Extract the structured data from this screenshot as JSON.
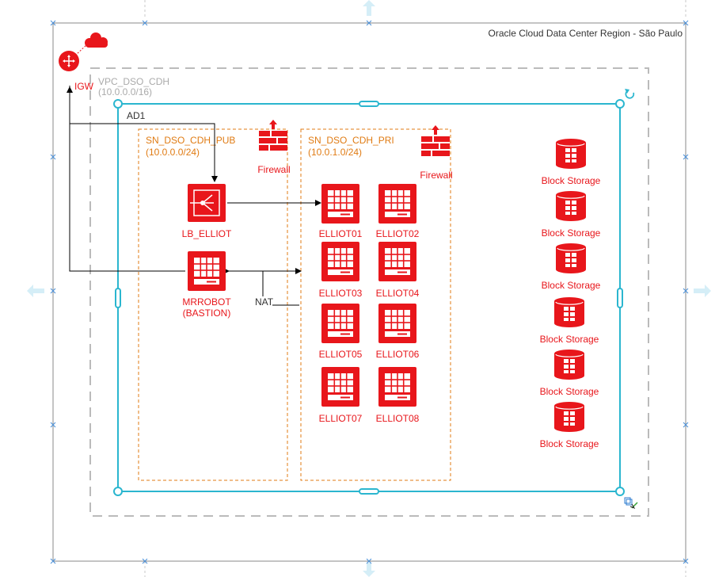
{
  "region": {
    "label": "Oracle Cloud Data Center Region - São Paulo"
  },
  "igw": {
    "label": "IGW"
  },
  "vcn": {
    "name": "VPC_DSO_CDH",
    "cidr": "(10.0.0.0/16)"
  },
  "ad": {
    "label": "AD1"
  },
  "subnets": {
    "public": {
      "name": "SN_DSO_CDH_PUB",
      "cidr": "(10.0.0.0/24)",
      "firewall": "Firewall"
    },
    "private": {
      "name": "SN_DSO_CDH_PRI",
      "cidr": "(10.0.1.0/24)",
      "firewall": "Firewall"
    }
  },
  "load_balancer": {
    "label": "LB_ELLIOT"
  },
  "bastion": {
    "line1": "MRROBOT",
    "line2": "(BASTION)"
  },
  "nat": {
    "label": "NAT"
  },
  "instances": [
    "ELLIOT01",
    "ELLIOT02",
    "ELLIOT03",
    "ELLIOT04",
    "ELLIOT05",
    "ELLIOT06",
    "ELLIOT07",
    "ELLIOT08"
  ],
  "block_storage": [
    "Block Storage",
    "Block Storage",
    "Block Storage",
    "Block Storage",
    "Block Storage",
    "Block Storage"
  ],
  "colors": {
    "oracle_red": "#e8161b",
    "subnet_orange": "#e07b13",
    "selection_cyan": "#2bb6cf",
    "vcn_gray": "#aaaaaa"
  }
}
